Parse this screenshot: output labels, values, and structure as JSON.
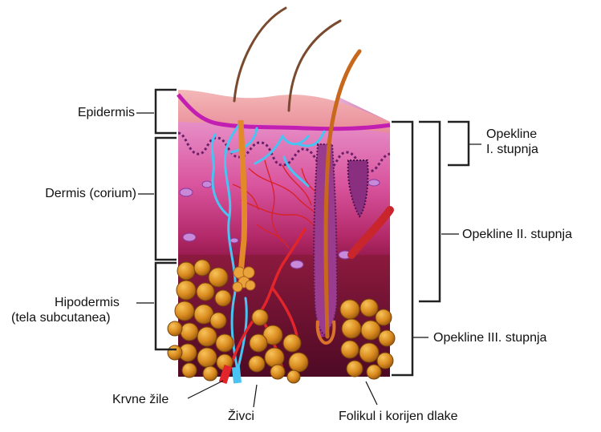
{
  "labels": {
    "epidermis": "Epidermis",
    "dermis": "Dermis (corium)",
    "hypodermis_line1": "Hipodermis",
    "hypodermis_line2": "(tela subcutanea)",
    "burn1_line1": "Opekline",
    "burn1_line2": "I. stupnja",
    "burn2": "Opekline II. stupnja",
    "burn3": "Opekline III. stupnja",
    "vessels": "Krvne žile",
    "nerves": "Živci",
    "follicle": "Folikul i korijen dlake"
  },
  "colors": {
    "epidermis": "#f0a0a6",
    "basal_layer": "#c21fb2",
    "dermis": "#d84e9a",
    "hypodermis": "#7a1030",
    "fat_cell": "#d98a1e",
    "nerve": "#48c3f2",
    "vessel": "#e2252a",
    "hair": "#7a4a2f",
    "follicle": "#7a2a6a"
  }
}
